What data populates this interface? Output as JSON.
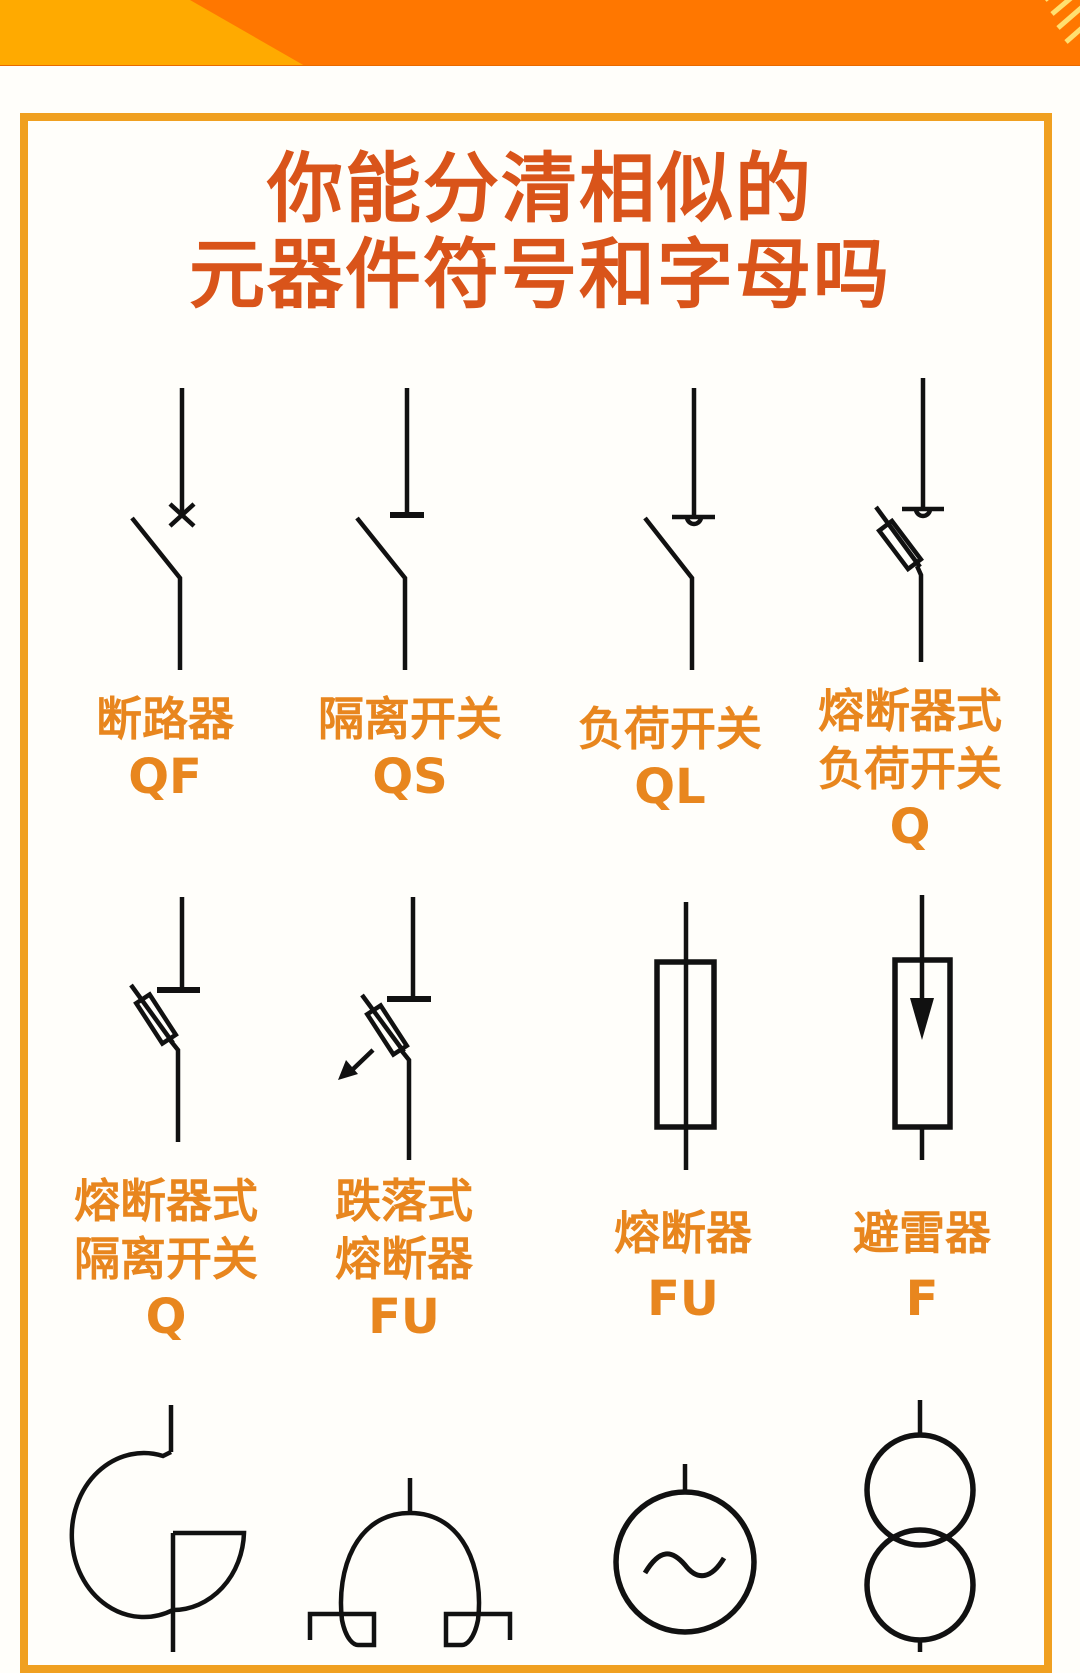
{
  "banner": {
    "colors": {
      "main": "#FF7700",
      "left_triangle": "#FFAA00",
      "stripe": "#FFE070"
    }
  },
  "frame": {
    "border_color": "#F0A020"
  },
  "title": {
    "line1": "你能分清相似的",
    "line2": "元器件符号和字母吗",
    "color": "#D9541A"
  },
  "label_color": "#E8861E",
  "symbols": [
    {
      "name": "断路器",
      "name_lines": [
        "断路器"
      ],
      "code": "QF",
      "icon": "circuit-breaker-icon"
    },
    {
      "name": "隔离开关",
      "name_lines": [
        "隔离开关"
      ],
      "code": "QS",
      "icon": "disconnector-icon"
    },
    {
      "name": "负荷开关",
      "name_lines": [
        "负荷开关"
      ],
      "code": "QL",
      "icon": "load-switch-icon"
    },
    {
      "name": "熔断器式负荷开关",
      "name_lines": [
        "熔断器式",
        "负荷开关"
      ],
      "code": "Q",
      "icon": "fuse-load-switch-icon"
    },
    {
      "name": "熔断器式隔离开关",
      "name_lines": [
        "熔断器式",
        "隔离开关"
      ],
      "code": "Q",
      "icon": "fuse-disconnector-icon"
    },
    {
      "name": "跌落式熔断器",
      "name_lines": [
        "跌落式",
        "熔断器"
      ],
      "code": "FU",
      "icon": "drop-out-fuse-icon"
    },
    {
      "name": "熔断器",
      "name_lines": [
        "熔断器"
      ],
      "code": "FU",
      "icon": "fuse-icon"
    },
    {
      "name": "避雷器",
      "name_lines": [
        "避雷器"
      ],
      "code": "F",
      "icon": "surge-arrester-icon"
    },
    {
      "name": "",
      "name_lines": [],
      "code": "",
      "icon": "current-transformer-icon"
    },
    {
      "name": "",
      "name_lines": [],
      "code": "",
      "icon": "reactor-icon"
    },
    {
      "name": "",
      "name_lines": [],
      "code": "",
      "icon": "ac-generator-icon"
    },
    {
      "name": "",
      "name_lines": [],
      "code": "",
      "icon": "two-winding-transformer-icon"
    }
  ]
}
